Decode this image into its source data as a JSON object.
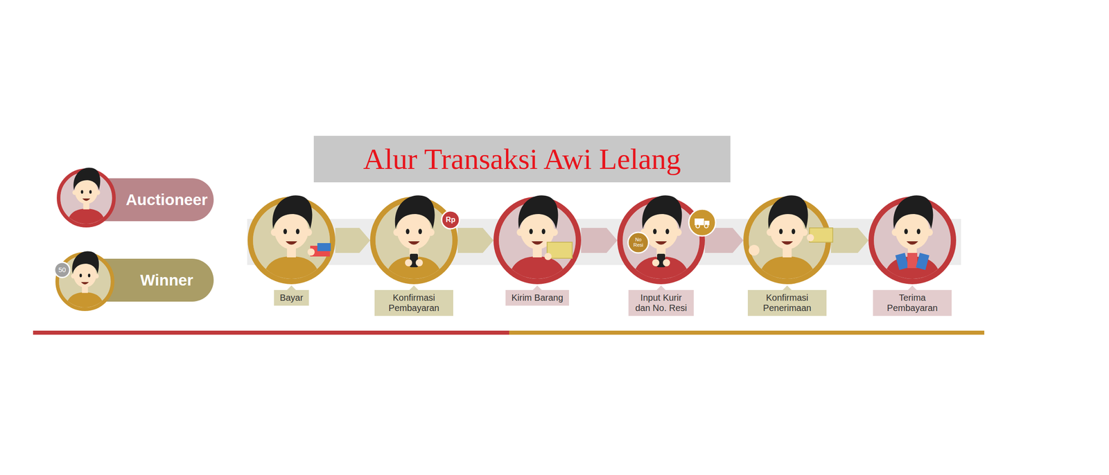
{
  "diagram": {
    "title": "Alur Transaksi Awi Lelang",
    "nodes": [
      {
        "text": [
          "Bayar"
        ]
      },
      {
        "text": [
          "Konfirmasi Pembayaran"
        ]
      },
      {
        "text": [
          "Kirim Barang"
        ]
      },
      {
        "text": [
          "Input Kurir dan No. Resi"
        ]
      },
      {
        "text": [
          "Konfirmasi Penerimaan"
        ]
      },
      {
        "text": [
          "Terima Pembayaran"
        ]
      }
    ],
    "edges": [
      {
        "from": 0,
        "to": 1,
        "arrow": "to"
      },
      {
        "from": 1,
        "to": 2,
        "arrow": "to"
      },
      {
        "from": 2,
        "to": 3,
        "arrow": "to"
      },
      {
        "from": 3,
        "to": 4,
        "arrow": "to"
      },
      {
        "from": 4,
        "to": 5,
        "arrow": "to"
      }
    ],
    "labels": [
      "Rp",
      "No Resi",
      "50"
    ],
    "legend": [
      {
        "text": "Auctioneer",
        "color": "#c0393b"
      },
      {
        "text": "Winner",
        "color": "#c9962f"
      }
    ]
  }
}
